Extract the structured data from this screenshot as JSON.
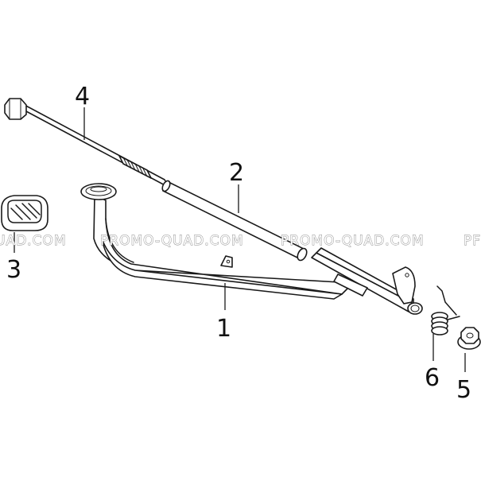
{
  "watermark": {
    "text_partial_left": "UAD.COM",
    "text_full": "PROMO-QUAD.COM",
    "text_partial_right": "PF"
  },
  "callouts": {
    "part_1": "1",
    "part_2": "2",
    "part_3": "3",
    "part_4": "4",
    "part_5": "5",
    "part_6": "6"
  },
  "colors": {
    "line": "#1a1a1a",
    "background": "#ffffff",
    "watermark_outline": "#8a8a8a"
  }
}
